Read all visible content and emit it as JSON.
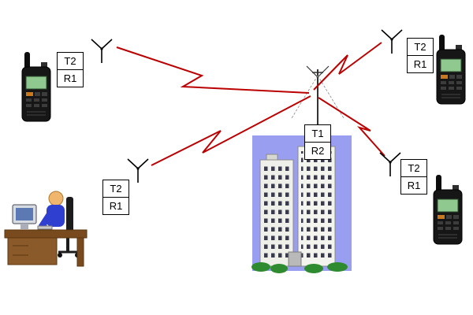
{
  "colors": {
    "signal": "#bb0000",
    "building_panel": "#9a9ef0"
  },
  "repeater_labels": [
    "T1",
    "R2"
  ],
  "stations": {
    "top_left": [
      "T2",
      "R1"
    ],
    "top_right": [
      "T2",
      "R1"
    ],
    "bottom_left": [
      "T2",
      "R1"
    ],
    "bottom_right": [
      "T2",
      "R1"
    ]
  }
}
